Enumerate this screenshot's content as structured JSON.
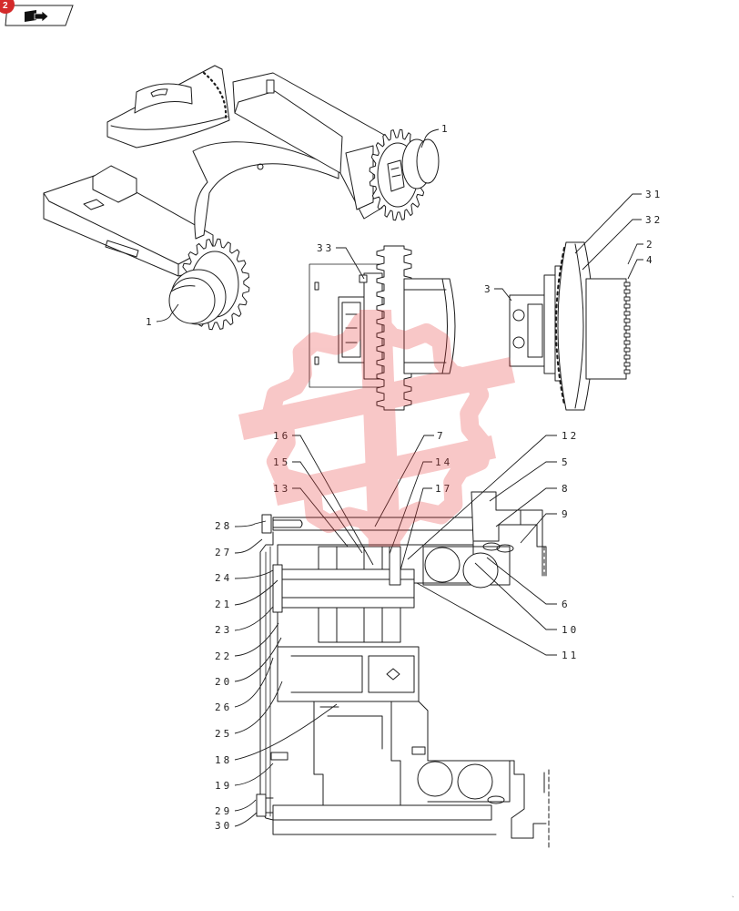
{
  "toolbar": {
    "badge_count": "2",
    "nav_icon": "book-arrow-icon"
  },
  "diagram": {
    "callouts": [
      "1",
      "1",
      "31",
      "32",
      "2",
      "4",
      "33",
      "3",
      "16",
      "7",
      "12",
      "15",
      "14",
      "5",
      "13",
      "17",
      "8",
      "9",
      "28",
      "27",
      "24",
      "6",
      "21",
      "10",
      "23",
      "11",
      "22",
      "20",
      "26",
      "25",
      "18",
      "19",
      "29",
      "30"
    ]
  },
  "colors": {
    "line": "#1c1c1c",
    "watermark": "#e83a3a",
    "badge": "#d42a2a",
    "background": "#ffffff"
  }
}
